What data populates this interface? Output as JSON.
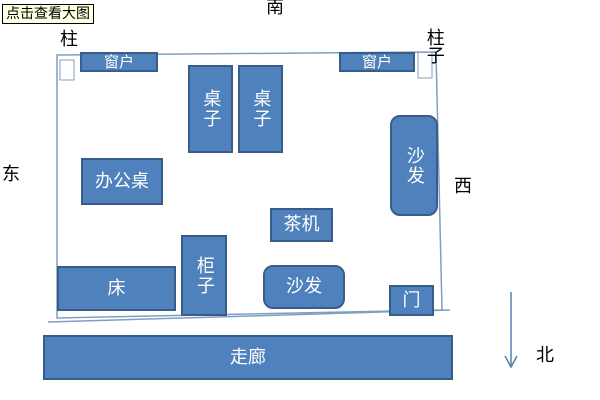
{
  "directions": {
    "south": "南",
    "east": "东",
    "west": "西",
    "north": "北"
  },
  "pillars": {
    "left": "柱",
    "right": "柱子"
  },
  "tooltip": "点击查看大图",
  "rooms": {
    "window_left": "窗户",
    "window_right": "窗户",
    "desk1": "桌子",
    "desk2": "桌子",
    "sofa_right": "沙发",
    "office_desk": "办公桌",
    "tea_table": "茶机",
    "bed": "床",
    "cabinet": "柜子",
    "sofa_bottom": "沙发",
    "door": "门",
    "corridor": "走廊"
  },
  "colors": {
    "fill": "#4f81bd",
    "border": "#385d8a",
    "outline": "#7f9fbf"
  }
}
